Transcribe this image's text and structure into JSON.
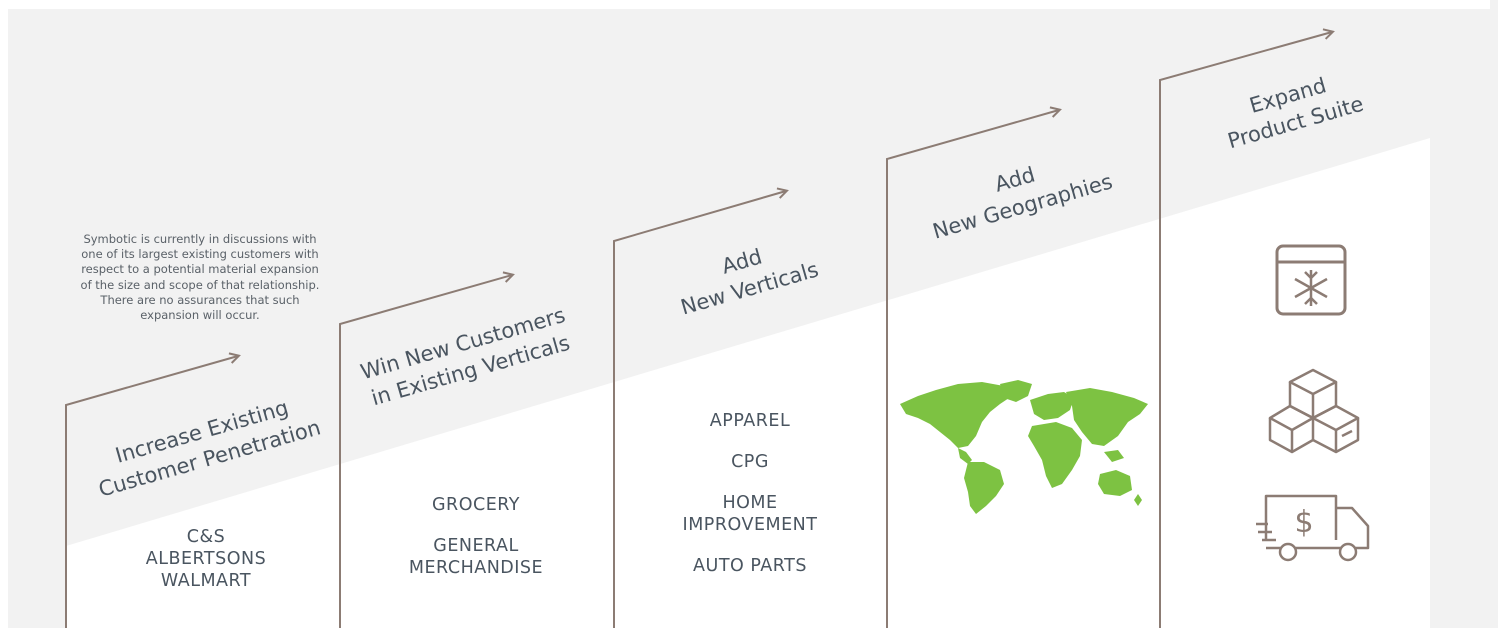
{
  "note": "Symbotic is currently in discussions with one of its largest existing customers with respect to a potential material expansion of the size and scope of that relationship.  There are no assurances that such expansion will occur.",
  "steps": [
    {
      "title_line1": "Increase Existing",
      "title_line2": "Customer Penetration",
      "items": [
        "C&S",
        "ALBERTSONS",
        "WALMART"
      ]
    },
    {
      "title_line1": "Win New Customers",
      "title_line2": "in Existing Verticals",
      "items": [
        "GROCERY",
        "GENERAL MERCHANDISE"
      ]
    },
    {
      "title_line1": "Add",
      "title_line2": "New Verticals",
      "items": [
        "APPAREL",
        "CPG",
        "HOME IMPROVEMENT",
        "AUTO PARTS"
      ]
    },
    {
      "title_line1": "Add",
      "title_line2": "New Geographies",
      "icon": "world-map-icon"
    },
    {
      "title_line1": "Expand",
      "title_line2": "Product Suite",
      "icons": [
        "freezer-snowflake-icon",
        "stacked-boxes-icon",
        "delivery-truck-dollar-icon"
      ]
    }
  ],
  "colors": {
    "band": "#ececec",
    "arrow": "#8c7c74",
    "text": "#4a5560",
    "map": "#7dc242",
    "icon": "#8c7c74"
  }
}
